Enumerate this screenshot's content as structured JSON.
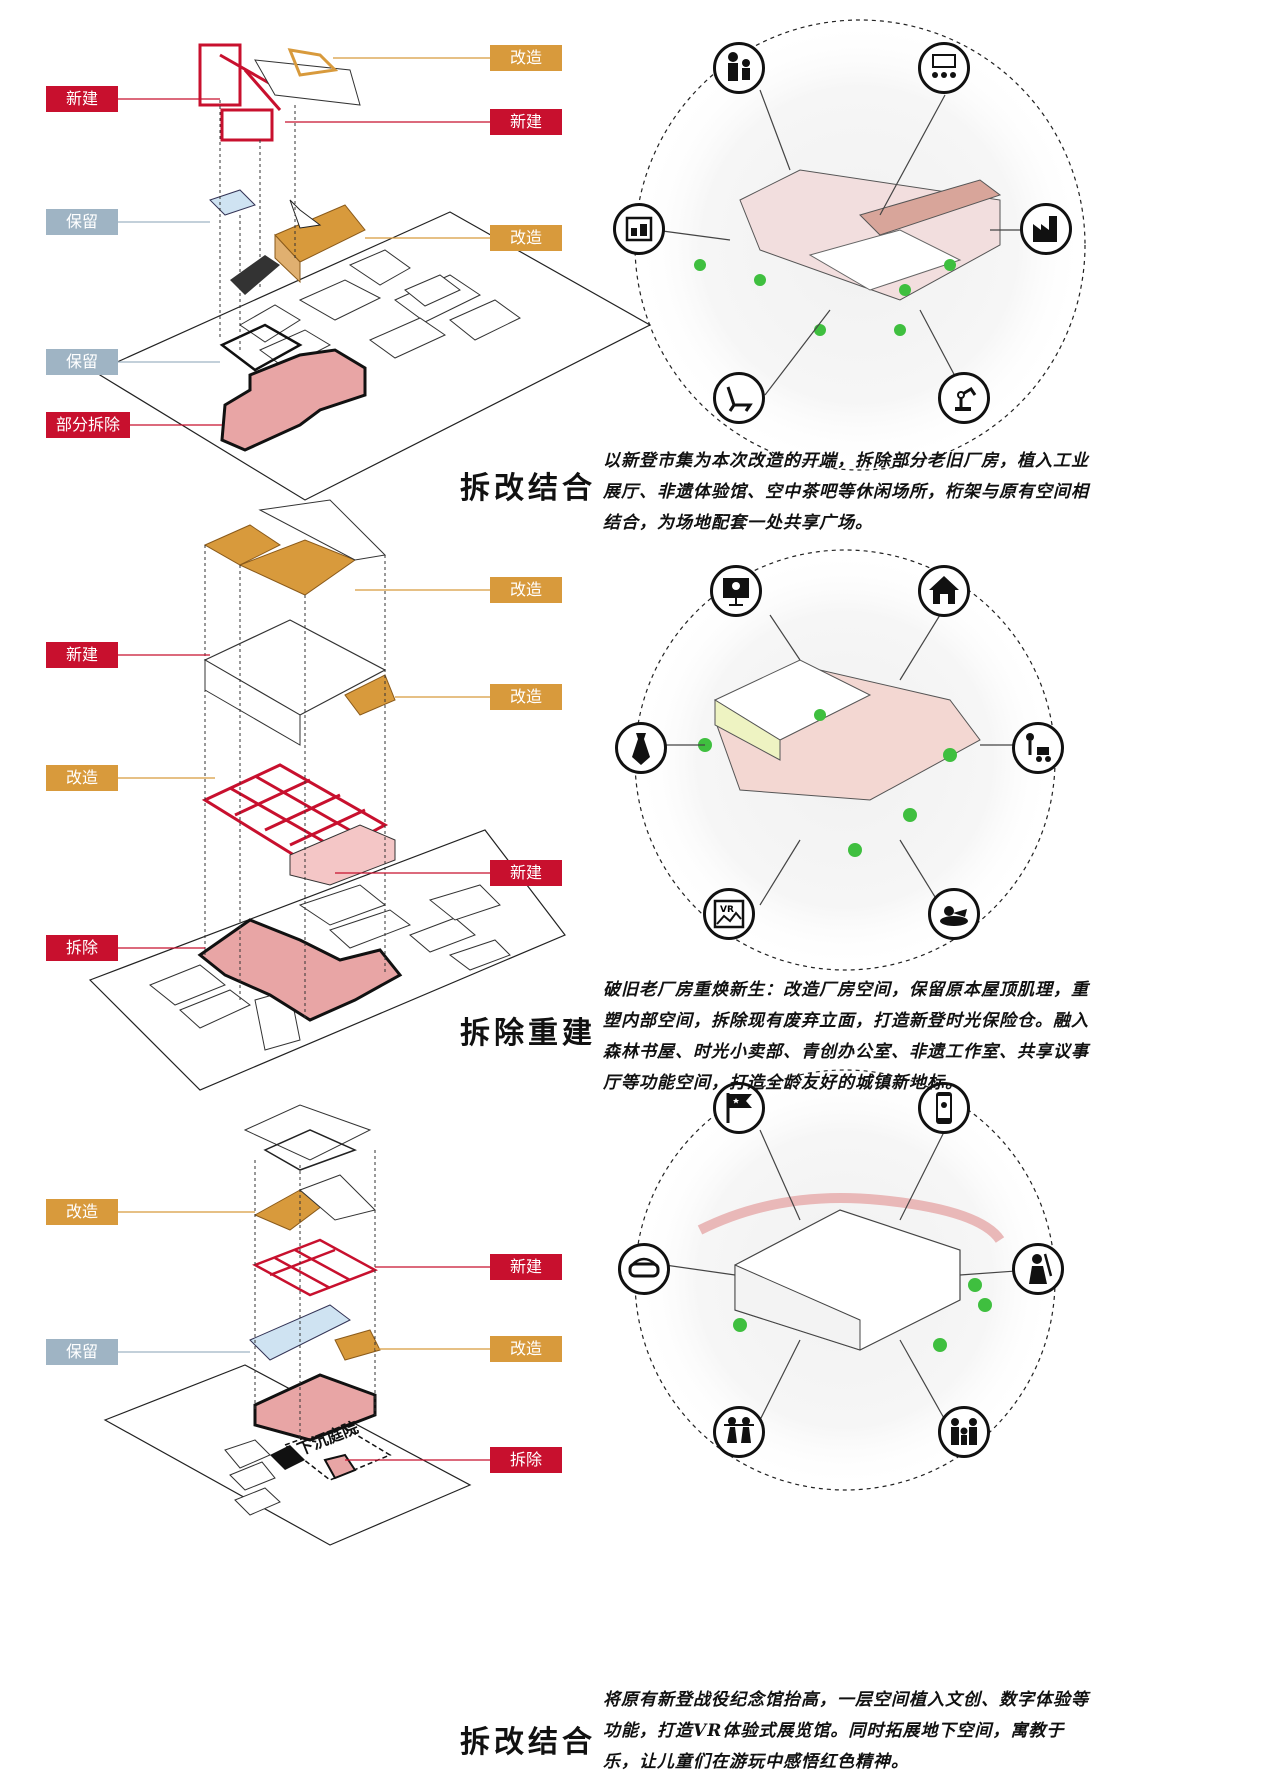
{
  "sections": [
    {
      "title": "拆改结合",
      "description": "以新登市集为本次改造的开端，拆除部分老旧厂房，植入工业展厅、非遗体验馆、空中茶吧等休闲场所，桁架与原有空间相结合，为场地配套一处共享广场。",
      "tags": [
        "新建",
        "改造",
        "新建",
        "保留",
        "改造",
        "保留",
        "部分拆除"
      ]
    },
    {
      "title": "拆除重建",
      "description": "破旧老厂房重焕新生：改造厂房空间，保留原本屋顶肌理，重塑内部空间，拆除现有废弃立面，打造新登时光保险仓。融入森林书屋、时光小卖部、青创办公室、非遗工作室、共享议事厅等功能空间，打造全龄友好的城镇新地标。",
      "tags": [
        "改造",
        "新建",
        "改造",
        "改造",
        "新建",
        "拆除"
      ]
    },
    {
      "title": "拆改结合",
      "description": "将原有新登战役纪念馆抬高，一层空间植入文创、数字体验等功能，打造VR体验式展览馆。同时拓展地下空间，寓教于乐，让儿童们在游玩中感悟红色精神。",
      "tags": [
        "改造",
        "新建",
        "保留",
        "改造",
        "拆除"
      ],
      "courtyard_label": "下沉庭院"
    }
  ],
  "colors": {
    "red": "#c8102e",
    "orange": "#d89a3c",
    "blue": "#9fb4c4",
    "pink": "#e8a5a5"
  }
}
